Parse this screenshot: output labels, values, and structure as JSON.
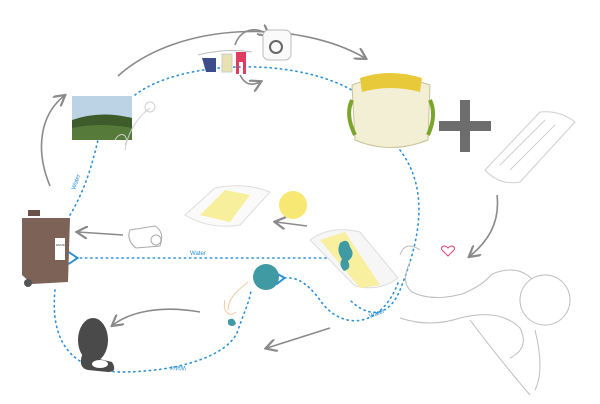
{
  "diagram": {
    "flow_labels": [
      "Water",
      "Water",
      "Water",
      "Water"
    ],
    "bin_label": "WASTE",
    "colors": {
      "water_flow": "#2a8fd6",
      "arrow": "#8a8a8a",
      "bin": "#7d6258",
      "urine": "#f7e874",
      "stool": "#3f9aa3",
      "toilet": "#4a4a4a",
      "plus": "#6d6d6d",
      "heart": "#e0407a"
    }
  }
}
